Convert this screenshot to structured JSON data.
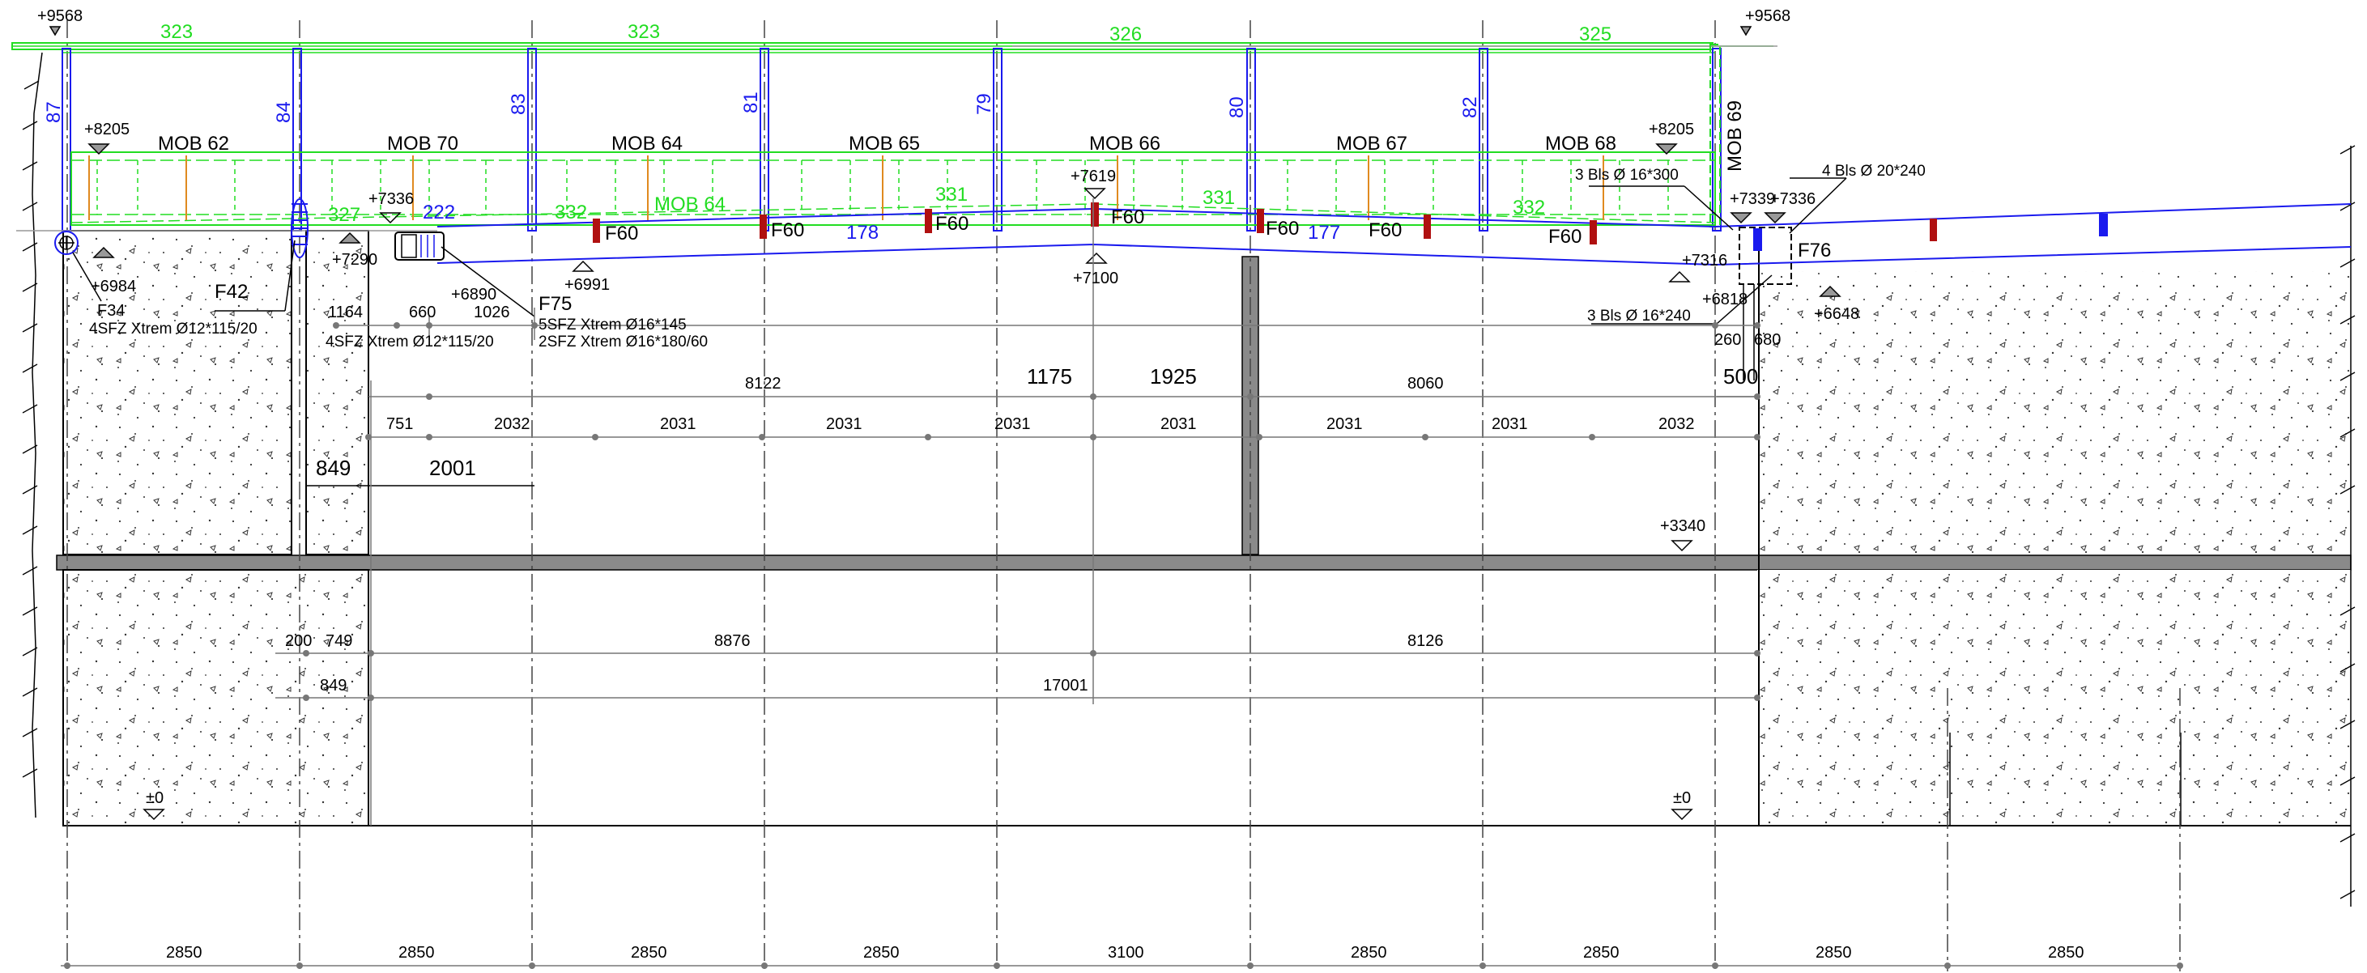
{
  "elevations": {
    "top_left": "+9568",
    "top_right": "+9568",
    "mob62": "+8205",
    "mob68": "+8205",
    "e7336_left": "+7336",
    "e7290": "+7290",
    "e6984": "+6984",
    "e6890": "+6890",
    "e6991": "+6991",
    "e7619": "+7619",
    "e7100": "+7100",
    "e7339": "+7339",
    "e7336_right": "+7336",
    "e7316": "+7316",
    "e6818": "+6818",
    "e6648": "+6648",
    "e3340": "+3340",
    "zero_left": "±0",
    "zero_right": "±0"
  },
  "green_top": [
    "323",
    "323",
    "326",
    "325"
  ],
  "post_heights": [
    "87",
    "84",
    "83",
    "81",
    "79",
    "80",
    "82"
  ],
  "mob_labels": [
    "MOB 62",
    "MOB 70",
    "MOB 64",
    "MOB 65",
    "MOB 66",
    "MOB 67",
    "MOB 68",
    "MOB 69"
  ],
  "green_inner": {
    "mob64": "MOB 64",
    "n327": "327",
    "n332a": "332",
    "n331a": "331",
    "n331b": "331",
    "n332b": "332"
  },
  "blue_labels": {
    "n222": "222",
    "n178": "178",
    "n177": "177"
  },
  "f_labels": {
    "f60_1": "F60",
    "f60_2": "F60",
    "f60_3": "F60",
    "f60_4": "F60",
    "f60_5": "F60",
    "f60_6": "F60",
    "f60_7": "F60",
    "f42": "F42",
    "f34": "F34",
    "f75": "F75",
    "f76": "F76"
  },
  "notes": {
    "sfz_a": "4SFZ Xtrem Ø12*115/20",
    "sfz_b": "4SFZ Xtrem Ø12*115/20",
    "sfz_c": "5SFZ Xtrem Ø16*145",
    "sfz_d": "2SFZ Xtrem Ø16*180/60",
    "bls_a": "3 Bls Ø 16*300",
    "bls_b": "4 Bls Ø 20*240",
    "bls_c": "3 Bls Ø 16*240"
  },
  "dims": {
    "d1164": "1164",
    "d660": "660",
    "d1026": "1026",
    "d260": "260",
    "d680": "680",
    "d500": "500",
    "d8122": "8122",
    "d1175": "1175",
    "d1925": "1925",
    "d8060": "8060",
    "row2": [
      "751",
      "2032",
      "2031",
      "2031",
      "2031",
      "2031",
      "2031",
      "2031",
      "2032"
    ],
    "d849a": "849",
    "d2001": "2001",
    "d200": "200",
    "d749": "749",
    "d8876": "8876",
    "d8126": "8126",
    "d849b": "849",
    "d17001": "17001",
    "bottom": [
      "2850",
      "2850",
      "2850",
      "2850",
      "3100",
      "2850",
      "2850",
      "2850",
      "2850"
    ]
  },
  "colors": {
    "green": "#22dd22",
    "blue": "#1a1aee",
    "red": "#b01010",
    "gray": "#8a8a8a"
  }
}
